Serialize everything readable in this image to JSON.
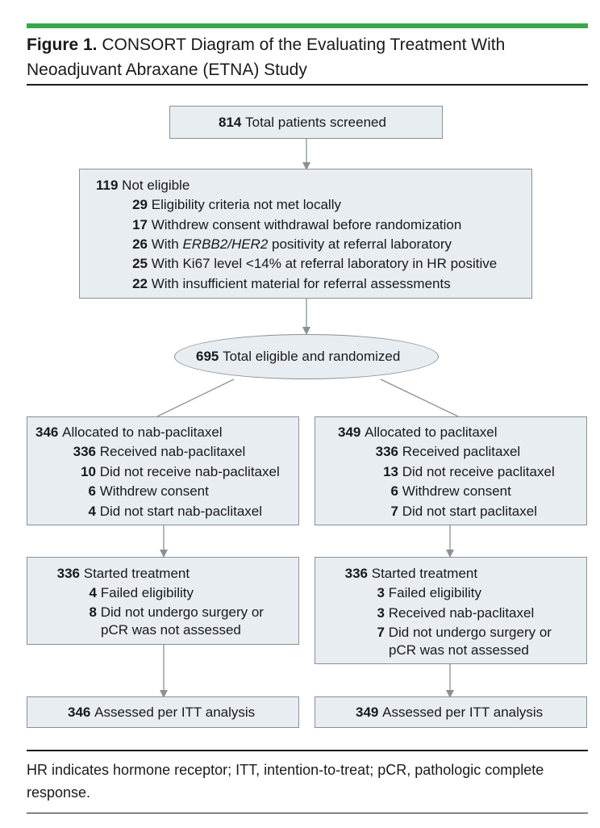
{
  "title": {
    "figure_label": "Figure 1.",
    "text": "CONSORT Diagram of the Evaluating Treatment With Neoadjuvant Abraxane (ETNA) Study"
  },
  "screened": {
    "n": "814",
    "label": "Total patients screened"
  },
  "not_eligible": {
    "n": "119",
    "label": "Not eligible",
    "items": [
      {
        "n": "29",
        "label": "Eligibility criteria not met locally"
      },
      {
        "n": "17",
        "label": "Withdrew consent withdrawal before randomization"
      },
      {
        "n": "26",
        "label_pre": "With ",
        "label_italic": "ERBB2/HER2",
        "label_post": " positivity at referral laboratory"
      },
      {
        "n": "25",
        "label": "With Ki67 level <14% at referral laboratory in HR positive"
      },
      {
        "n": "22",
        "label": "With insufficient material for referral assessments"
      }
    ]
  },
  "randomized": {
    "n": "695",
    "label": "Total eligible and randomized"
  },
  "left_arm": {
    "allocated": {
      "n": "346",
      "label": "Allocated to nab-paclitaxel"
    },
    "received": {
      "n": "336",
      "label": "Received nab-paclitaxel"
    },
    "not_received": {
      "n": "10",
      "label": "Did not receive nab-paclitaxel"
    },
    "withdrew": {
      "n": "6",
      "label": "Withdrew consent"
    },
    "not_started": {
      "n": "4",
      "label": "Did not start nab-paclitaxel"
    },
    "started": {
      "n": "336",
      "label": "Started treatment"
    },
    "failed": {
      "n": "4",
      "label": "Failed eligibility"
    },
    "no_surgery": {
      "n": "8",
      "label_1": "Did not undergo surgery or",
      "label_2": "pCR was not assessed"
    },
    "assessed": {
      "n": "346",
      "label": "Assessed per ITT analysis"
    }
  },
  "right_arm": {
    "allocated": {
      "n": "349",
      "label": "Allocated to paclitaxel"
    },
    "received": {
      "n": "336",
      "label": "Received paclitaxel"
    },
    "not_received": {
      "n": "13",
      "label": "Did not receive paclitaxel"
    },
    "withdrew": {
      "n": "6",
      "label": "Withdrew consent"
    },
    "not_started": {
      "n": "7",
      "label": "Did not start paclitaxel"
    },
    "started": {
      "n": "336",
      "label": "Started treatment"
    },
    "failed": {
      "n": "3",
      "label": "Failed eligibility"
    },
    "nab": {
      "n": "3",
      "label": "Received nab-paclitaxel"
    },
    "no_surgery": {
      "n": "7",
      "label_1": "Did not undergo surgery or",
      "label_2": "pCR was not assessed"
    },
    "assessed": {
      "n": "349",
      "label": "Assessed per ITT analysis"
    }
  },
  "footnote": "HR indicates hormone receptor; ITT, intention-to-treat; pCR, pathologic complete response."
}
